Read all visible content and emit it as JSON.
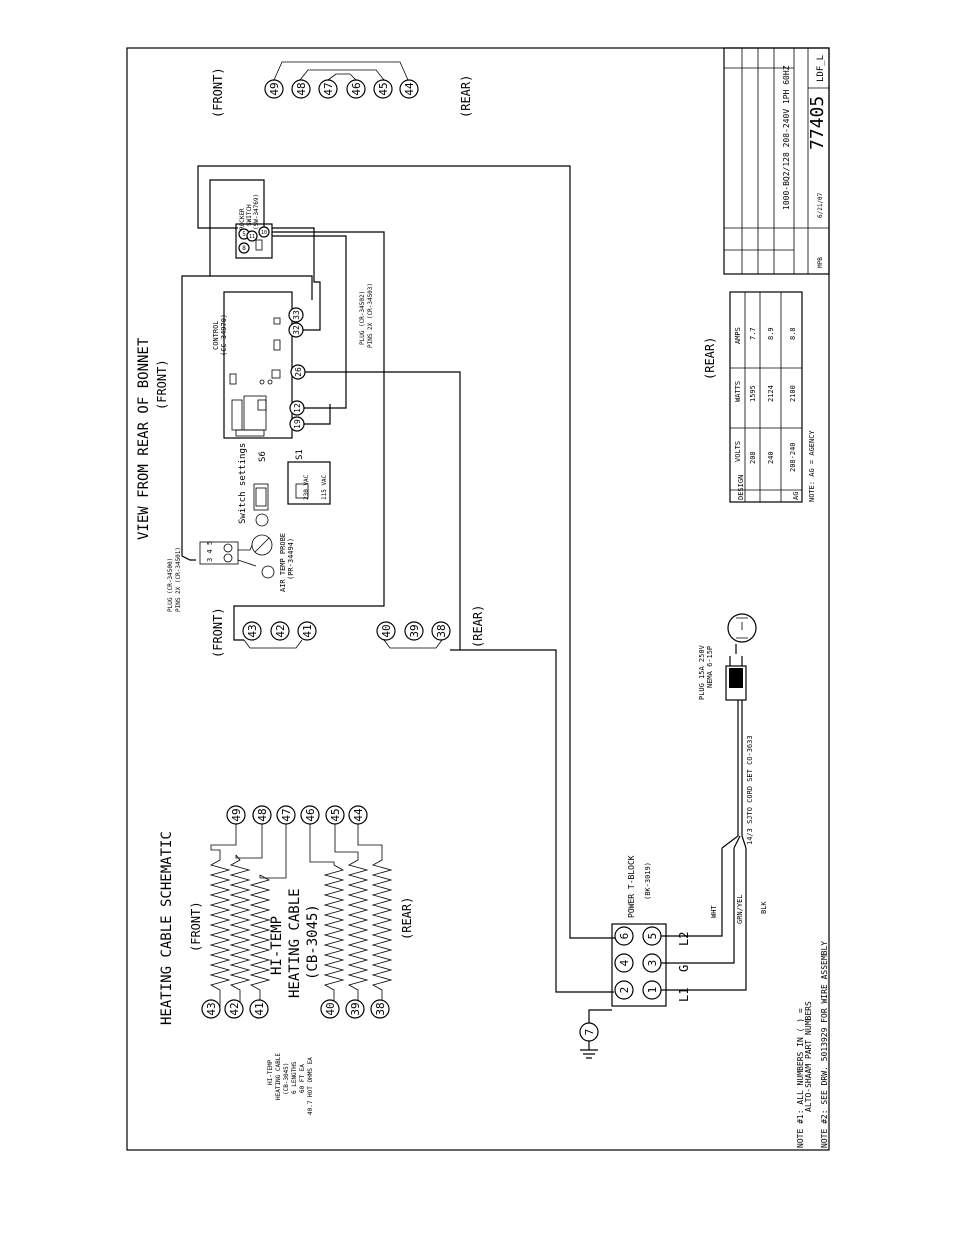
{
  "drawing_number": "77405",
  "revision_code": "LDF_L",
  "drawing_description": "1000-BQ2/128 208-240V 1PH 60HZ",
  "drawn_by": "MPB",
  "date": "6/21/07",
  "left": {
    "title": "HEATING CABLE SCHEMATIC",
    "front": "(FRONT)",
    "rear": "(REAR)",
    "big_label_1": "HI-TEMP",
    "big_label_2": "HEATING CABLE",
    "big_label_3": "(CB-3045)",
    "small_note": [
      "HI-TEMP",
      "HEATING CABLE",
      "(CB-3045)",
      "6 LENGTHS",
      "60 FT EA",
      "40.7 HOT OHMS EA"
    ],
    "top_terminals": [
      "43",
      "42",
      "41",
      "40",
      "39",
      "38"
    ],
    "bottom_terminals": [
      "49",
      "48",
      "47",
      "46",
      "45",
      "44"
    ]
  },
  "tblock": {
    "label": "POWER T-BLOCK",
    "part": "(BK-3019)",
    "terminals": [
      "2",
      "4",
      "6",
      "1",
      "3",
      "5"
    ],
    "line_labels": [
      "L1",
      "G",
      "L2"
    ],
    "ground_terminal": "7",
    "wire_colors": [
      "WHT",
      "GRN/YEL",
      "BLK"
    ],
    "cord": "14/3 SJTO CORD SET CO-3633",
    "plug_label": "PLUG 15A 250V",
    "plug_type": "NEMA 6-15P"
  },
  "bonnet": {
    "title": "VIEW FROM REAR OF BONNET",
    "front": "(FRONT)",
    "rear": "(REAR)",
    "left_top": [
      "43",
      "42",
      "41"
    ],
    "left_bottom": [
      "40",
      "39",
      "38"
    ],
    "right_top": [
      "49",
      "48",
      "47",
      "46",
      "45",
      "44"
    ],
    "probe_plug": "PLUG (CR-34500)",
    "probe_plug_pins": "PINS 2X (CR-34501)",
    "probe_label": "AIR TEMP PROBE",
    "probe_part": "(PR-34494)",
    "switch_settings": "Switch settings",
    "s6": "S6",
    "s1": "S1",
    "v230": "230 VAC",
    "v115": "115 VAC",
    "control": "CONTROL",
    "control_part": "(CC-34970)",
    "control_plug": "PLUG (CR-34502)",
    "control_plug_pins": "PINS 2X (CR-34503)",
    "control_terms": [
      "32",
      "33",
      "26",
      "19",
      "12"
    ],
    "rocker": "ROCKER",
    "rocker2": "SWITCH",
    "rocker_part": "(SW-34769)",
    "rocker_terms": [
      "5",
      "11",
      "8",
      "10"
    ]
  },
  "spec": {
    "rear": "(REAR)",
    "headers": [
      "DESIGN",
      "VOLTS",
      "WATTS",
      "AMPS"
    ],
    "rows": [
      [
        "",
        "208",
        "1595",
        "7.7"
      ],
      [
        "",
        "240",
        "2124",
        "8.9"
      ],
      [
        "AG",
        "208-240",
        "2100",
        "8.8"
      ]
    ],
    "note": "NOTE: AG = AGENCY"
  },
  "notes": {
    "n1a": "NOTE #1: ALL NUMBERS IN ( ) =",
    "n1b": "ALTO-SHAAM PART NUMBERS",
    "n2": "NOTE #2: SEE DRW. 5013929 FOR WIRE ASSEMBLY"
  }
}
